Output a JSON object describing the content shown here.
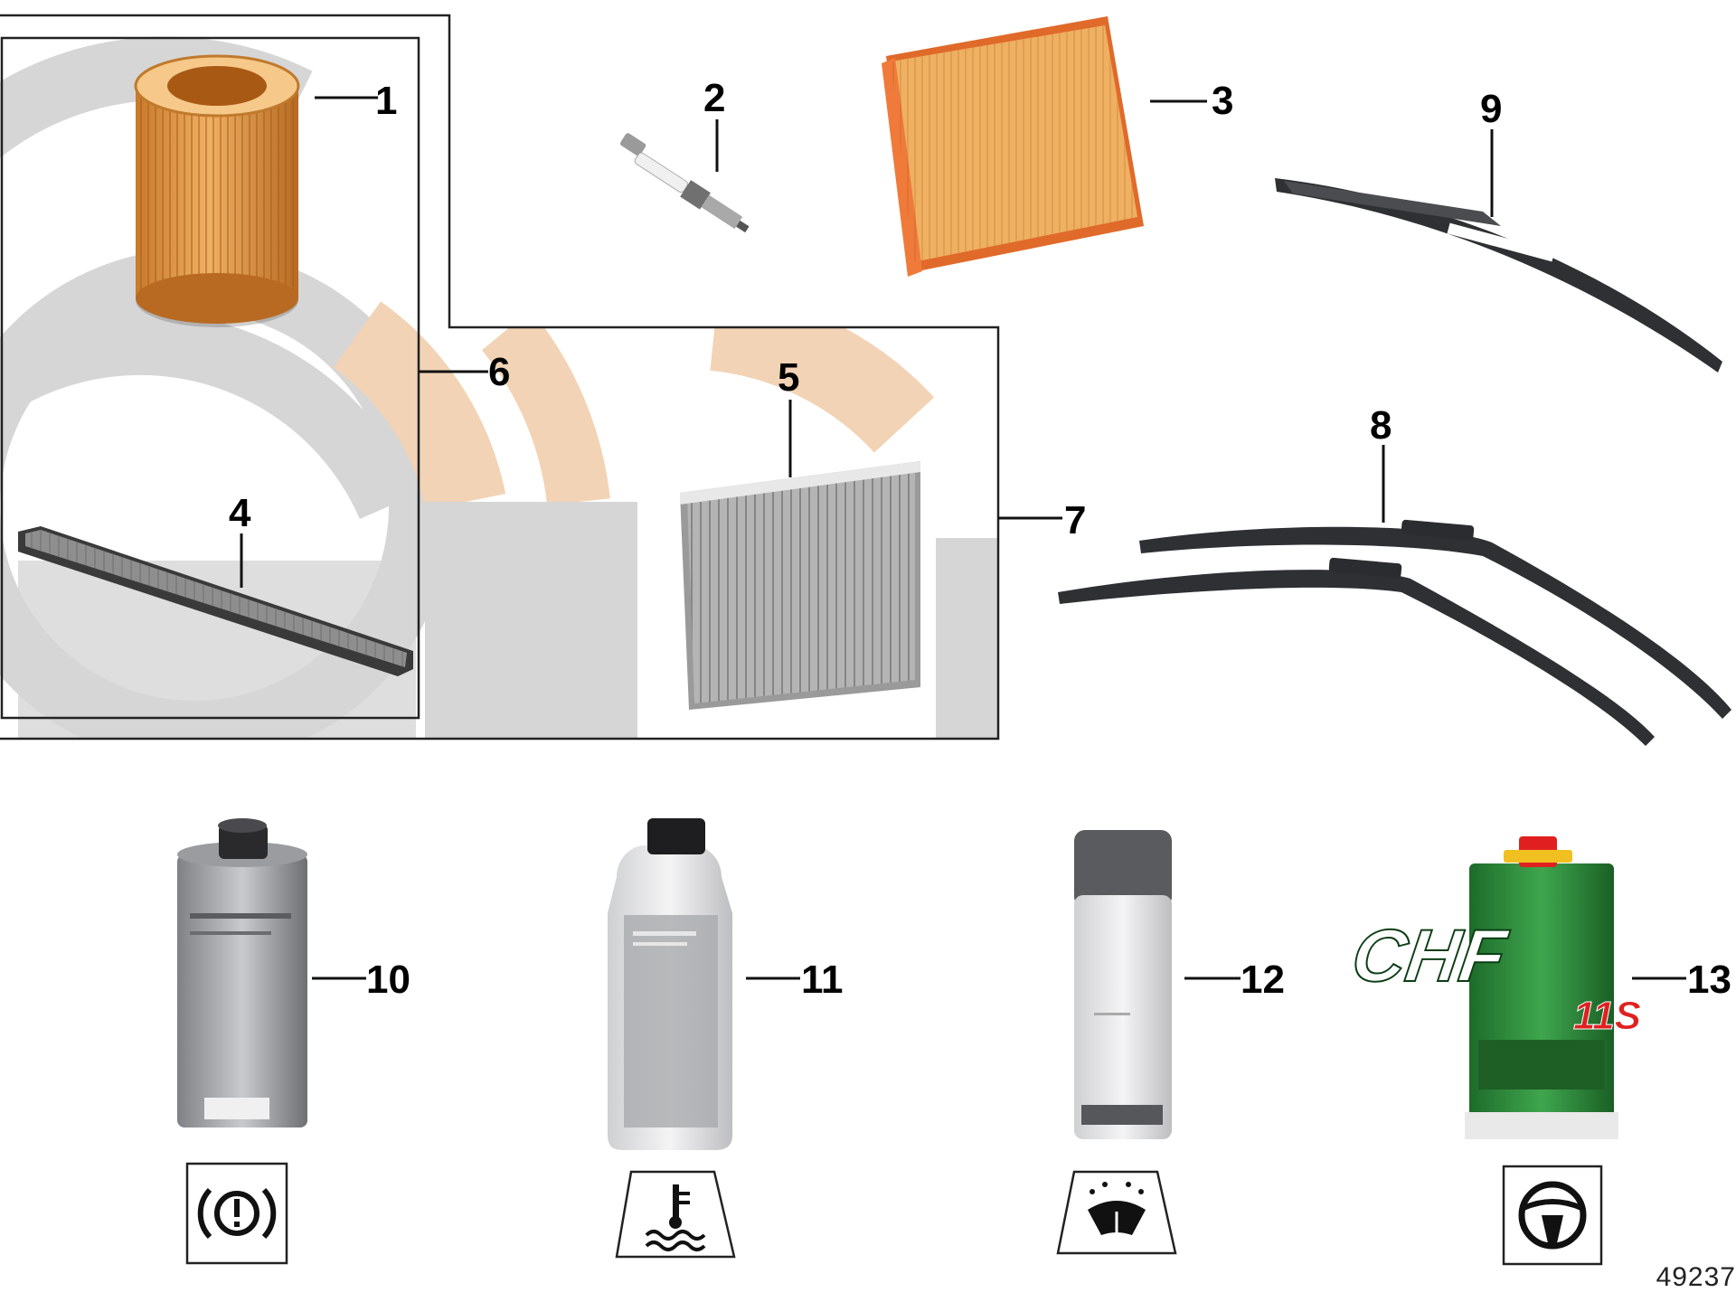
{
  "diagram": {
    "document_number": "49237",
    "callouts": [
      {
        "id": "1",
        "part": "oil-filter"
      },
      {
        "id": "2",
        "part": "spark-plug"
      },
      {
        "id": "3",
        "part": "air-filter"
      },
      {
        "id": "4",
        "part": "microfilter-strip"
      },
      {
        "id": "5",
        "part": "cabin-filter"
      },
      {
        "id": "6",
        "part": "filter-set-group"
      },
      {
        "id": "7",
        "part": "filter-set-group-extended"
      },
      {
        "id": "8",
        "part": "front-wiper-blades"
      },
      {
        "id": "9",
        "part": "rear-wiper-blade"
      },
      {
        "id": "10",
        "part": "brake-fluid-can"
      },
      {
        "id": "11",
        "part": "coolant-bottle"
      },
      {
        "id": "12",
        "part": "washer-fluid-bottle"
      },
      {
        "id": "13",
        "part": "chf-hydraulic-oil-can"
      }
    ],
    "product_labels": {
      "chf_main": "CHF",
      "chf_sub": "11S"
    },
    "symbols": [
      {
        "icon": "brake-warning-icon",
        "for": "10"
      },
      {
        "icon": "coolant-temperature-icon",
        "for": "11"
      },
      {
        "icon": "windshield-washer-icon",
        "for": "12"
      },
      {
        "icon": "steering-wheel-icon",
        "for": "13"
      }
    ],
    "colors": {
      "filter_orange": "#e8a04a",
      "arc_peach": "#f2d3b5",
      "arc_grey": "#d4d4d4",
      "chf_green": "#2f8a3c",
      "wiper_dark": "#2e3033"
    }
  }
}
